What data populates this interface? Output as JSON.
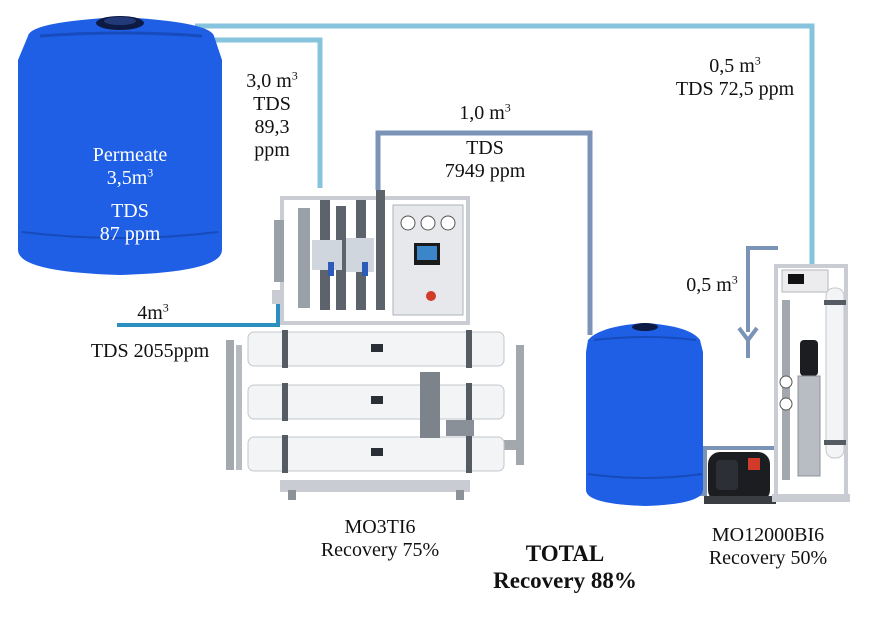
{
  "colors": {
    "tank_blue": "#1f5fe6",
    "pipe_light": "#86c3dc",
    "pipe_slate": "#7b93b7",
    "pipe_feed": "#2b8fc0",
    "frame_grey": "#c9cdd3",
    "vessel_white": "#f3f4f6"
  },
  "tank_permeate": {
    "name": "Permeate",
    "volume": "3,5m",
    "volume_sup": "3",
    "tds_label": "TDS",
    "tds_value": "87 ppm"
  },
  "feed": {
    "volume": "4m",
    "volume_sup": "3",
    "tds": "TDS 2055ppm"
  },
  "mo3_permeate": {
    "volume": "3,0 m",
    "volume_sup": "3",
    "tds_label": "TDS",
    "tds_value": "89,3",
    "unit": "ppm"
  },
  "mo3_concentrate": {
    "volume": "1,0 m",
    "volume_sup": "3",
    "tds_label": "TDS",
    "tds_value": "7949 ppm"
  },
  "mo12_permeate": {
    "volume": "0,5 m",
    "volume_sup": "3",
    "tds": "TDS  72,5 ppm"
  },
  "mo12_reject": {
    "volume": "0,5 m",
    "volume_sup": "3"
  },
  "unit_mo3": {
    "model": "MO3TI6",
    "recovery": "Recovery 75%"
  },
  "unit_mo12": {
    "model": "MO12000BI6",
    "recovery": "Recovery 50%"
  },
  "total": {
    "title": "TOTAL",
    "recovery": "Recovery 88%"
  },
  "icons": [
    "drain-icon",
    "permeate-tank-icon",
    "intermediate-tank-icon",
    "booster-pump-icon"
  ]
}
